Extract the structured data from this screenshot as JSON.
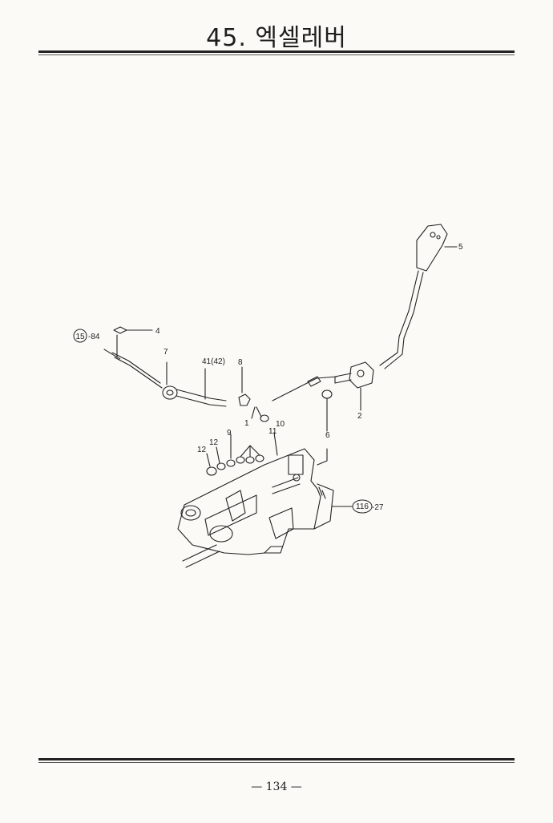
{
  "page": {
    "title": "45. 엑셀레버",
    "page_number": "— 134 —"
  },
  "labels": {
    "ref_15_84_circle": "15",
    "ref_15_84_suffix": "-84",
    "part_4": "4",
    "part_7": "7",
    "part_41_42": "41(42)",
    "part_8": "8",
    "part_5": "5",
    "part_2": "2",
    "part_10": "10",
    "part_6": "6",
    "part_1": "1",
    "part_11": "11",
    "part_9": "9",
    "part_12a": "12",
    "part_12b": "12",
    "ref_116_27_circle": "116",
    "ref_116_27_suffix": "-27"
  },
  "colors": {
    "ink": "#1e1e1e",
    "paper": "#fbfaf6"
  }
}
